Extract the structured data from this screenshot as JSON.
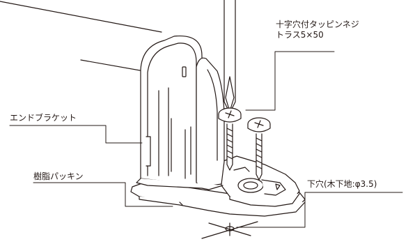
{
  "labels": {
    "screw_line1": "十字穴付タッピンネジ",
    "screw_line2": "トラス5×50",
    "end_bracket": "エンドブラケット",
    "resin_packing": "樹脂パッキン",
    "pilot_hole": "下穴(木下地:φ3.5)"
  },
  "colors": {
    "line": "#231815",
    "fill": "#ffffff"
  }
}
